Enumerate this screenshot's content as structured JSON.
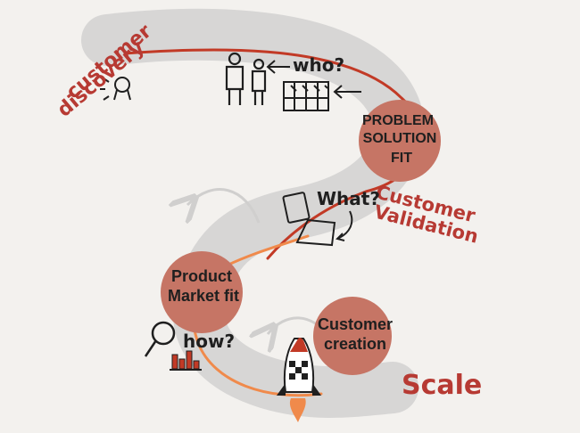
{
  "colors": {
    "background": "#f3f1ee",
    "road": "#d7d6d5",
    "red_line": "#c23a26",
    "orange_line": "#f08a4b",
    "circle_fill": "#c67565",
    "accent_text": "#b73a33",
    "ink": "#1f1f1f"
  },
  "labels": {
    "customer_discovery": [
      "customer",
      "discovery"
    ],
    "customer_validation": [
      "Customer",
      "Validation"
    ],
    "scale": "Scale",
    "who": "who?",
    "what": "What?",
    "how": "how?"
  },
  "milestones": {
    "problem_solution_fit": [
      "PROBLEM",
      "SOLUTION",
      "FIT"
    ],
    "product_market_fit": [
      "Product",
      "Market fit"
    ],
    "customer_creation": [
      "Customer",
      "creation"
    ]
  },
  "icons": [
    "lightbulb-icon",
    "people-icon",
    "calendar-grid-icon",
    "laptop-icon",
    "magnifier-icon",
    "bar-chart-icon",
    "rocket-icon"
  ]
}
